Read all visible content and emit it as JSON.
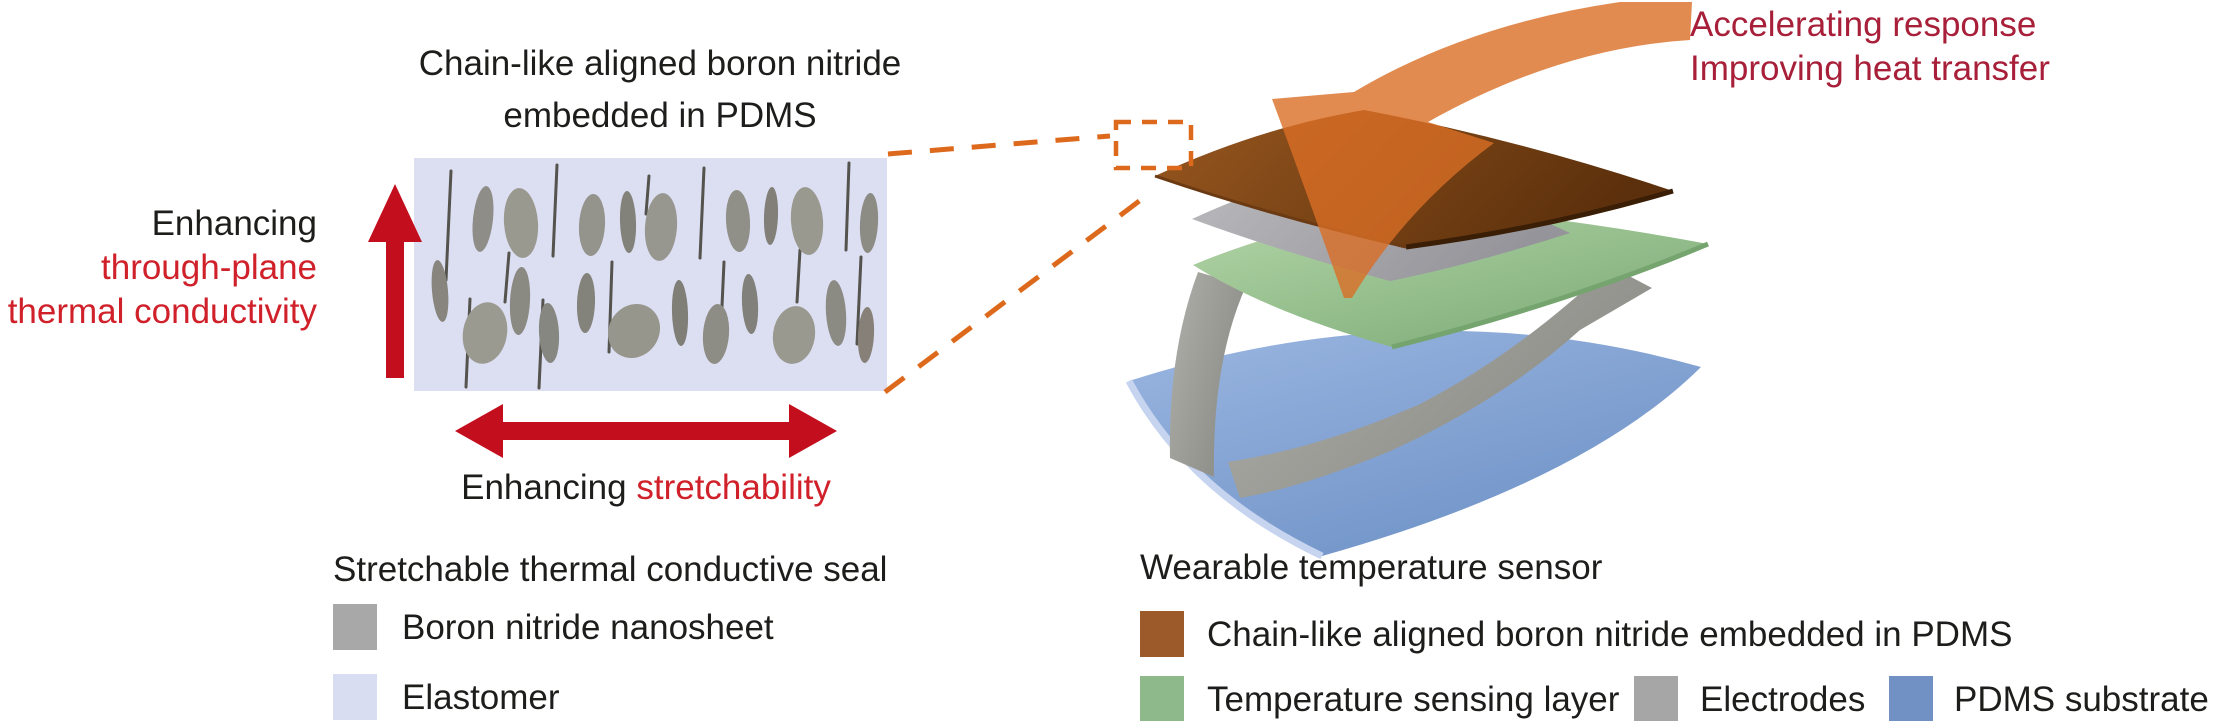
{
  "figure": {
    "left": {
      "title_line1": "Chain-like aligned boron nitride",
      "title_line2": "embedded in PDMS",
      "through_plane_annotation": {
        "line1_black": "Enhancing",
        "line2_red": "through-plane",
        "line3_red": "thermal conductivity"
      },
      "stretch_annotation": {
        "black_part": "Enhancing",
        "red_part": "stretchability"
      }
    },
    "right": {
      "heat_annotation_line1": "Accelerating response",
      "heat_annotation_line2": "Improving heat transfer"
    },
    "legend_left": {
      "heading": "Stretchable thermal conductive seal",
      "items": [
        {
          "label": "Boron nitride nanosheet",
          "swatch": "#a8a8a8"
        },
        {
          "label": "Elastomer",
          "swatch": "#d9ddf1"
        }
      ]
    },
    "legend_right": {
      "heading": "Wearable temperature sensor",
      "items": [
        {
          "label": "Chain-like aligned boron nitride embedded in PDMS",
          "swatch": "#9c5a2b"
        },
        {
          "label": "Temperature sensing layer",
          "swatch": "#8eba8b"
        },
        {
          "label": "Electrodes",
          "swatch": "#a6a6a6"
        },
        {
          "label": "PDMS substrate",
          "swatch": "#7191c4"
        }
      ]
    },
    "colors": {
      "annotation_red": "#d0202a",
      "annotation_crimson": "#a81f39",
      "arrow_red": "#c30e1d",
      "orange_accent": "#d96e25",
      "elastomer_fill": "#dcdff2",
      "layer_brown": "#7c4418",
      "layer_green": "#93bf8c",
      "layer_blue": "#7d9fd2",
      "layer_gray": "#a2a2a0",
      "text_black": "#1d1d1b"
    }
  }
}
